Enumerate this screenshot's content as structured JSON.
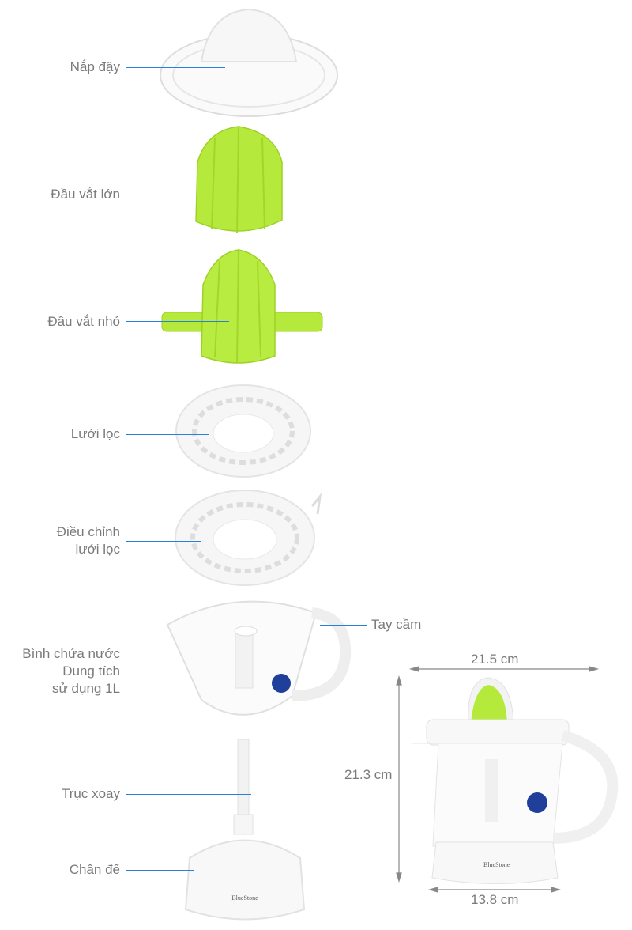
{
  "parts": [
    {
      "id": "lid",
      "label": "Nắp đậy"
    },
    {
      "id": "large-reamer",
      "label": "Đầu vắt lớn"
    },
    {
      "id": "small-reamer",
      "label": "Đầu vắt nhỏ"
    },
    {
      "id": "strainer",
      "label": "Lưới lọc"
    },
    {
      "id": "strainer-adjuster",
      "label_line1": "Điều chỉnh",
      "label_line2": "lưới lọc"
    },
    {
      "id": "jug",
      "label_line1": "Bình chứa nước",
      "label_line2": "Dung tích",
      "label_line3": "sử dụng 1L"
    },
    {
      "id": "handle",
      "label": "Tay cầm"
    },
    {
      "id": "spindle",
      "label": "Trục xoay"
    },
    {
      "id": "base",
      "label": "Chân đế"
    }
  ],
  "dimensions": {
    "width_top": "21.5 cm",
    "height": "21.3 cm",
    "width_base": "13.8 cm"
  },
  "brand_logo": "BlueStone",
  "colors": {
    "leader_line": "#2a7fd9",
    "label_text": "#7a7a7a",
    "reamer_green": "#b5ea3c",
    "dimension_arrow": "#888888"
  }
}
